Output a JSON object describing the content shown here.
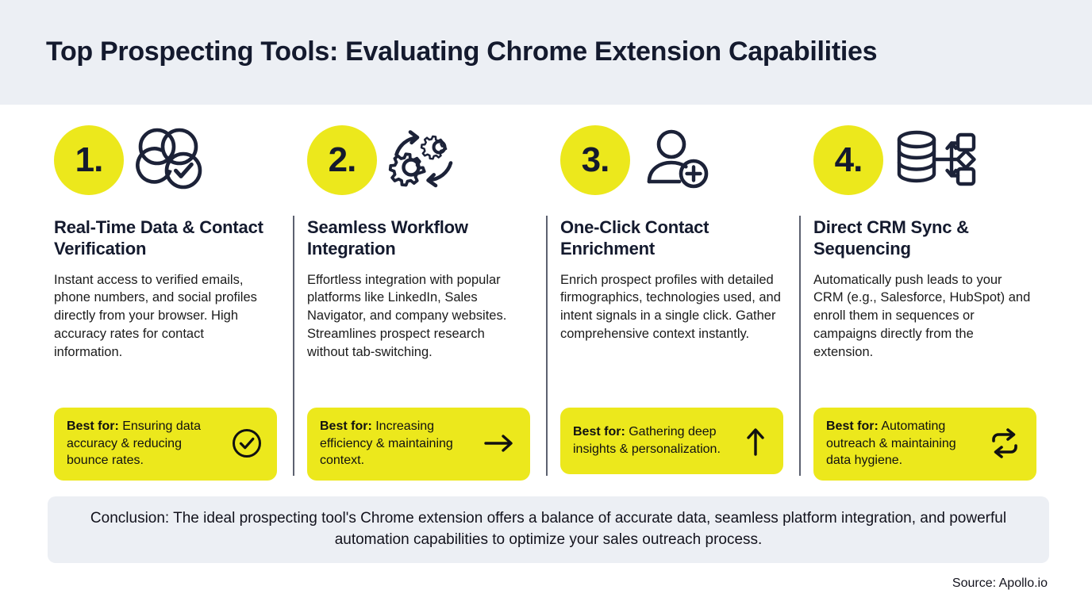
{
  "header": {
    "title": "Top Prospecting Tools: Evaluating Chrome Extension Capabilities",
    "band_color": "#eceff4"
  },
  "theme": {
    "accent_yellow": "#ece81c",
    "ink": "#141a2e",
    "panel_gray": "#eceff4"
  },
  "columns": [
    {
      "number": "1.",
      "icon": "overlapping-circles-check-icon",
      "heading": "Real-Time Data & Contact Verification",
      "body": "Instant access to verified emails, phone numbers, and social profiles directly from your browser. High accuracy rates for contact information.",
      "best_for_label": "Best for:",
      "best_for_value": " Ensuring data accuracy & reducing bounce rates.",
      "best_for_icon": "check-circle-icon"
    },
    {
      "number": "2.",
      "icon": "gears-refresh-icon",
      "heading": "Seamless Workflow Integration",
      "body": "Effortless integration with popular platforms like LinkedIn, Sales Navigator, and company websites. Streamlines prospect research without tab-switching.",
      "best_for_label": "Best for:",
      "best_for_value": " Increasing efficiency & maintaining context.",
      "best_for_icon": "arrow-right-icon"
    },
    {
      "number": "3.",
      "icon": "person-plus-icon",
      "heading": "One-Click Contact Enrichment",
      "body": "Enrich prospect profiles with detailed firmographics, technologies used, and intent signals in a single click. Gather comprehensive context instantly.",
      "best_for_label": "Best for:",
      "best_for_value": " Gathering deep insights & personalization.",
      "best_for_icon": "arrow-up-icon"
    },
    {
      "number": "4.",
      "icon": "database-flow-icon",
      "heading": "Direct CRM Sync & Sequencing",
      "body": "Automatically push leads to your CRM (e.g., Salesforce, HubSpot) and enroll them in sequences or campaigns directly from the extension.",
      "best_for_label": "Best for:",
      "best_for_value": " Automating outreach & maintaining data hygiene.",
      "best_for_icon": "sync-loop-icon"
    }
  ],
  "conclusion": {
    "text": "Conclusion: The ideal prospecting tool's Chrome extension offers a balance of accurate data, seamless platform integration, and powerful automation capabilities to optimize your sales outreach process."
  },
  "source": {
    "text": "Source: Apollo.io"
  }
}
